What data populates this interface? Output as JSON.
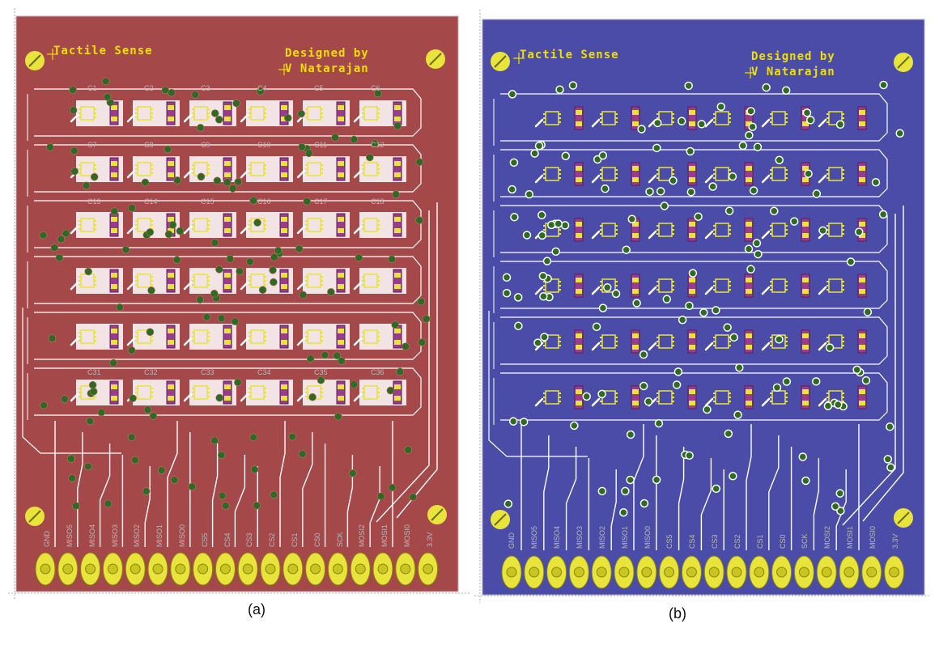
{
  "figure": {
    "panels": [
      {
        "id": "a",
        "caption": "(a)",
        "board_color": "#a5484a",
        "title_text": "Tactile Sense",
        "designer_line1": "Designed by",
        "designer_line2": "V Natarajan",
        "component_labels": [
          "C1",
          "C2",
          "C3",
          "C4",
          "C5",
          "C6",
          "C7",
          "C8",
          "C9",
          "C10",
          "C11",
          "C12",
          "C13",
          "C14",
          "C15",
          "C16",
          "C17",
          "C18",
          "C31",
          "C32",
          "C33",
          "C34",
          "C35",
          "C36"
        ],
        "pin_labels": [
          "GND",
          "MISO5",
          "MISO4",
          "MISO3",
          "MISO2",
          "MISO1",
          "MISO0",
          "CS5",
          "CS4",
          "CS3",
          "CS2",
          "CS1",
          "CS0",
          "SCK",
          "MOSI2",
          "MOSI1",
          "MOSI0",
          "3.3V"
        ]
      },
      {
        "id": "b",
        "caption": "(b)",
        "board_color": "#4a4ca8",
        "title_text": "Tactile Sense",
        "designer_line1": "Designed by",
        "designer_line2": "V Natarajan",
        "pin_labels": [
          "GND",
          "MISO5",
          "MISO4",
          "MISO3",
          "MISO2",
          "MISO1",
          "MISO0",
          "CS5",
          "CS4",
          "CS3",
          "CS2",
          "CS1",
          "CS0",
          "SCK",
          "MOSI2",
          "MOSI1",
          "MOSI0",
          "3.3V"
        ]
      }
    ],
    "colors": {
      "silkscreen": "#f0e000",
      "pad": "#e8e43c",
      "via": "#2e6b22",
      "trace": "#ffffff",
      "resistor": "#9a3c8e"
    }
  }
}
